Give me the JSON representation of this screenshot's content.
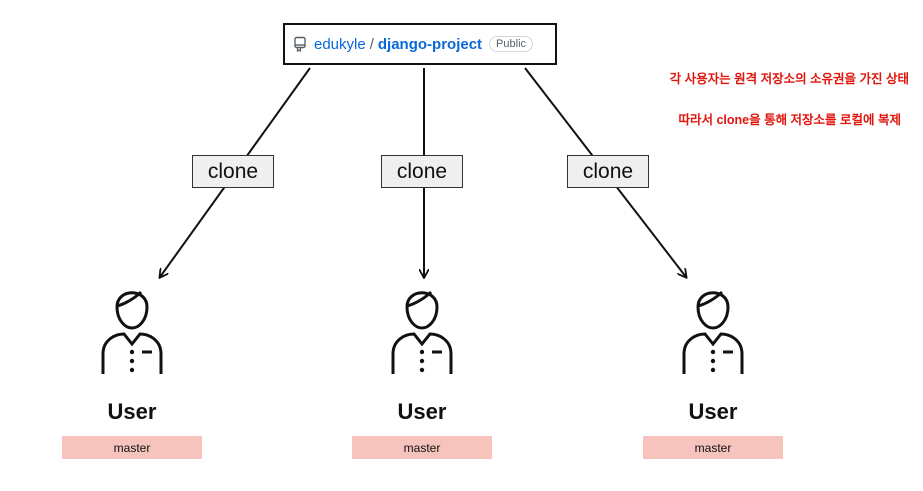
{
  "repo": {
    "owner": "edukyle",
    "separator": "/",
    "name": "django-project",
    "visibility": "Public",
    "icon": "repo-icon"
  },
  "notes": [
    "각 사용자는 원격 저장소의 소유권을 가진 상태",
    "따라서 clone을 통해 저장소를 로컬에 복제"
  ],
  "edges": [
    {
      "label": "clone",
      "to": "User"
    },
    {
      "label": "clone",
      "to": "User"
    },
    {
      "label": "clone",
      "to": "User"
    }
  ],
  "users": [
    {
      "label": "User",
      "branch": "master",
      "icon": "person-icon"
    },
    {
      "label": "User",
      "branch": "master",
      "icon": "person-icon"
    },
    {
      "label": "User",
      "branch": "master",
      "icon": "person-icon"
    }
  ],
  "colors": {
    "note": "#e0160e",
    "branch_badge": "#f7c3bd",
    "clone_label_bg": "#efefef",
    "link": "#0969da"
  }
}
